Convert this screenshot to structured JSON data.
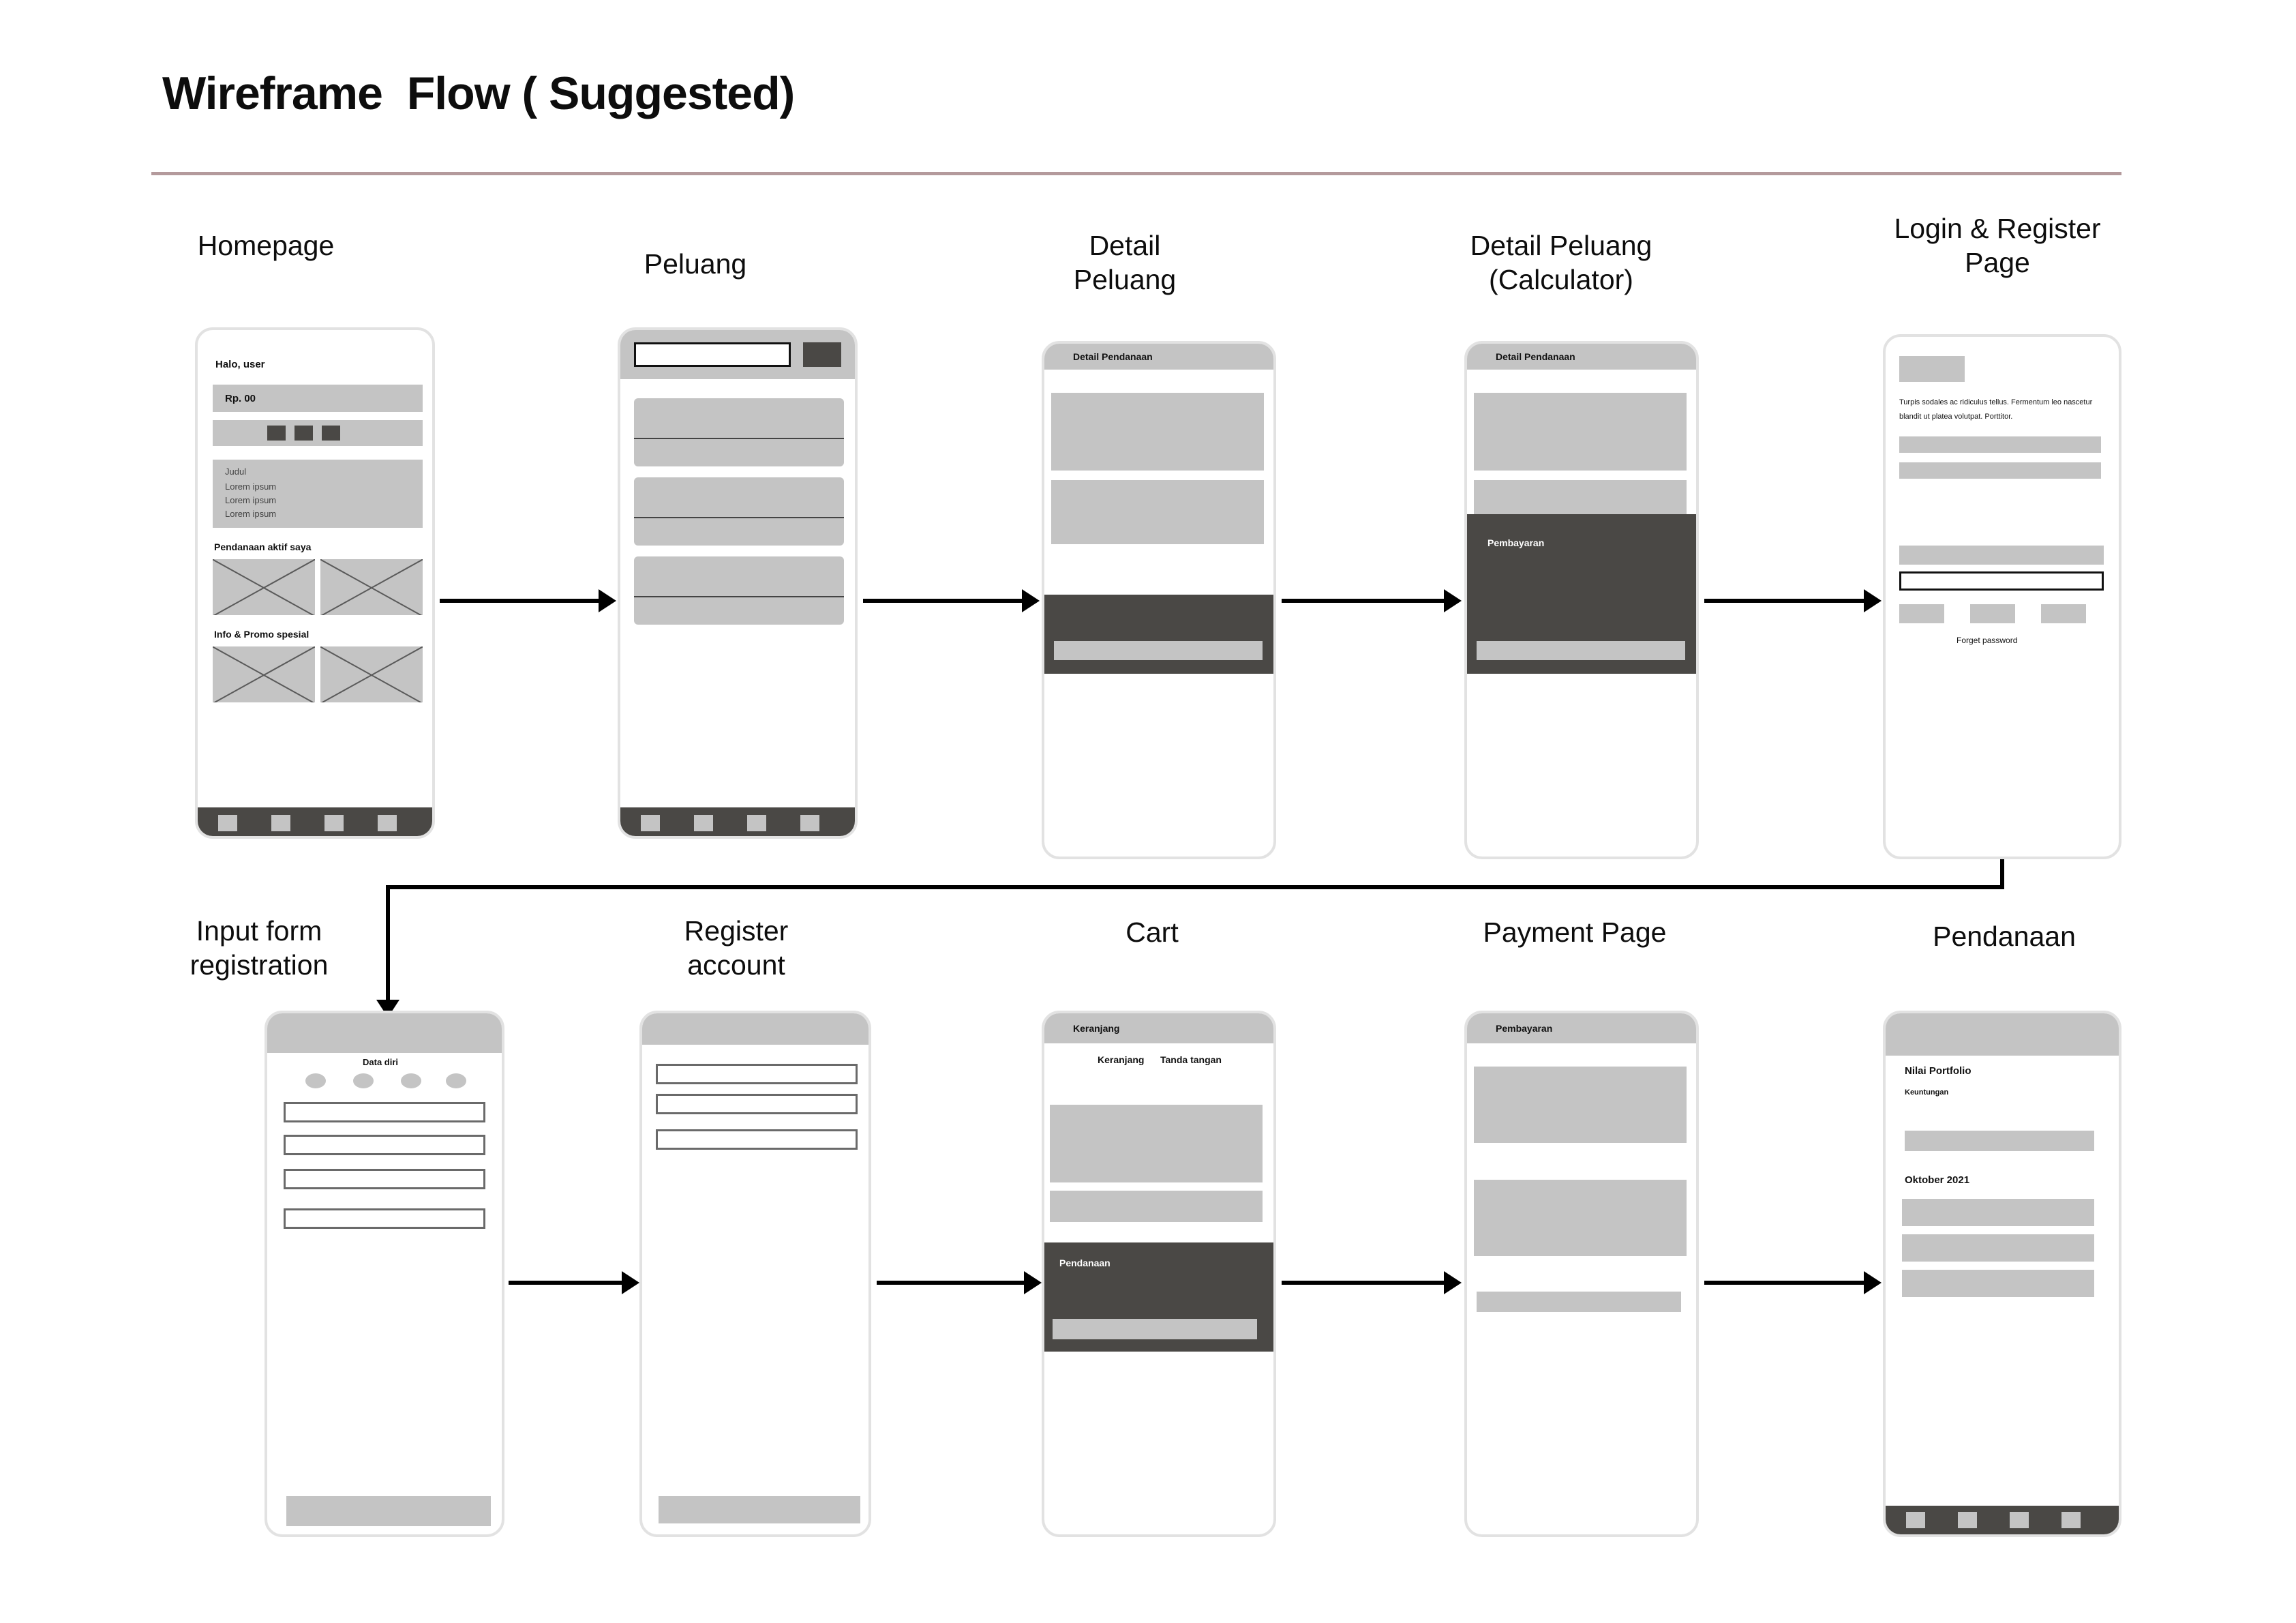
{
  "header": {
    "title": "Wireframe  Flow ( Suggested)",
    "rule_color": "#b49a9c"
  },
  "palette": {
    "block_gray": "#c4c4c4",
    "dark": "#4a4845",
    "frame_border": "#e2e2e2",
    "text": "#111111",
    "accent_rule": "#b49a9c"
  },
  "flow": {
    "row1_labels": [
      "Homepage",
      "Peluang",
      "Detail\nPeluang",
      "Detail Peluang\n(Calculator)",
      "Login & Register\nPage"
    ],
    "row2_labels": [
      "Input form\nregistration",
      "Register\naccount",
      "Cart",
      "Payment Page",
      "Pendanaan"
    ]
  },
  "screens": {
    "homepage": {
      "greeting": "Halo, user",
      "balance": "Rp. 00",
      "quick_icons_count": 3,
      "card": {
        "title": "Judul",
        "lines": [
          "Lorem ipsum",
          "Lorem ipsum",
          "Lorem ipsum"
        ]
      },
      "section_1": "Pendanaan aktif saya",
      "section_2": "Info & Promo spesial",
      "nav_items": 4
    },
    "peluang": {
      "search_placeholder": "",
      "cards": 3,
      "nav_items": 4
    },
    "detail_peluang": {
      "header": "Detail Pendanaan",
      "blocks": 2
    },
    "detail_calculator": {
      "header": "Detail Pendanaan",
      "sheet_title": "Pembayaran"
    },
    "login_register": {
      "body_text": "Turpis sodales ac ridiculus tellus. Fermentum leo nascetur blandit ut platea volutpat. Porttitor.",
      "forget_password": "Forget password",
      "social_buttons": 3
    },
    "input_form": {
      "title": "Data diri",
      "steps": 4,
      "fields": 4
    },
    "register_account": {
      "fields": 3
    },
    "cart": {
      "header": "Keranjang",
      "tabs": [
        "Keranjang",
        "Tanda tangan"
      ],
      "sheet_title": "Pendanaan"
    },
    "payment": {
      "header": "Pembayaran",
      "blocks": 2
    },
    "pendanaan": {
      "portfolio_label": "Nilai Portfolio",
      "profit_label": "Keuntungan",
      "month_label": "Oktober 2021",
      "rows": 3,
      "nav_items": 4
    }
  }
}
